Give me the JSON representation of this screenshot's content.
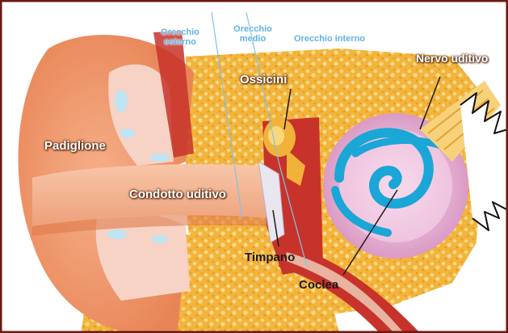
{
  "labels": {
    "zone_external": "Orecchio esterno",
    "zone_external_l1": "Orecchio",
    "zone_external_l2": "esterno",
    "zone_middle_l1": "Orecchio",
    "zone_middle_l2": "medio",
    "zone_inner": "Orecchio interno",
    "nervo": "Nervo uditivo",
    "ossicini": "Ossicini",
    "padiglione": "Padiglione",
    "condotto": "Condotto uditivo",
    "timpano": "Timpano",
    "coclea": "Coclea"
  },
  "colors": {
    "skin": "#f29a6e",
    "skin_shadow": "#d8754a",
    "bone": "#f3b43c",
    "bone_light": "#f7d27a",
    "cartilage": "#f6d3c4",
    "cochlea_shell": "#e6a9cf",
    "cochlea_inner": "#f6d5ea",
    "canal_blue": "#1aa6d6",
    "eardrum": "#e9e6ef",
    "muscle_red": "#c7332a",
    "frame": "#6b1a12",
    "zone_text": "#5fb3e6"
  }
}
